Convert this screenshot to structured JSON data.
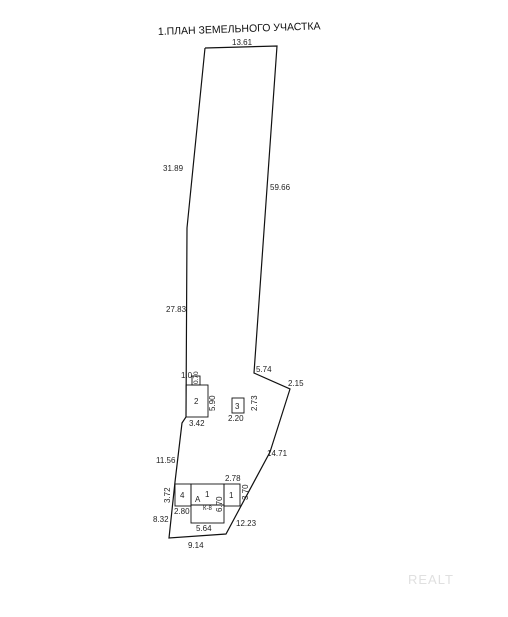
{
  "title": "1.ПЛАН ЗЕМЕЛЬНОГО УЧАСТКА",
  "dimensions": {
    "top": "13.61",
    "left_upper": "31.89",
    "right_upper": "59.66",
    "left_middle": "27.83",
    "notch_top": "5.74",
    "notch_side": "2.15",
    "small_a": "1.0",
    "small_b": "0.70",
    "b2_height": "5.90",
    "b2_width": "3.42",
    "b3_width": "2.20",
    "b3_height": "2.73",
    "right_lower": "14.71",
    "left_lower": "11.56",
    "b1_top": "2.78",
    "b1_side": "3.70",
    "main_height": "6.70",
    "b4_height": "3.72",
    "b4_width": "2.80",
    "left_bottom": "8.32",
    "main_width": "5.64",
    "bottom_right": "12.23",
    "bottom": "9.14"
  },
  "building_labels": {
    "b1": "1",
    "b2": "2",
    "b3": "3",
    "b4": "4",
    "main_letter": "А",
    "main_number": "1",
    "main_code": "К-8"
  },
  "watermark": "REALT"
}
